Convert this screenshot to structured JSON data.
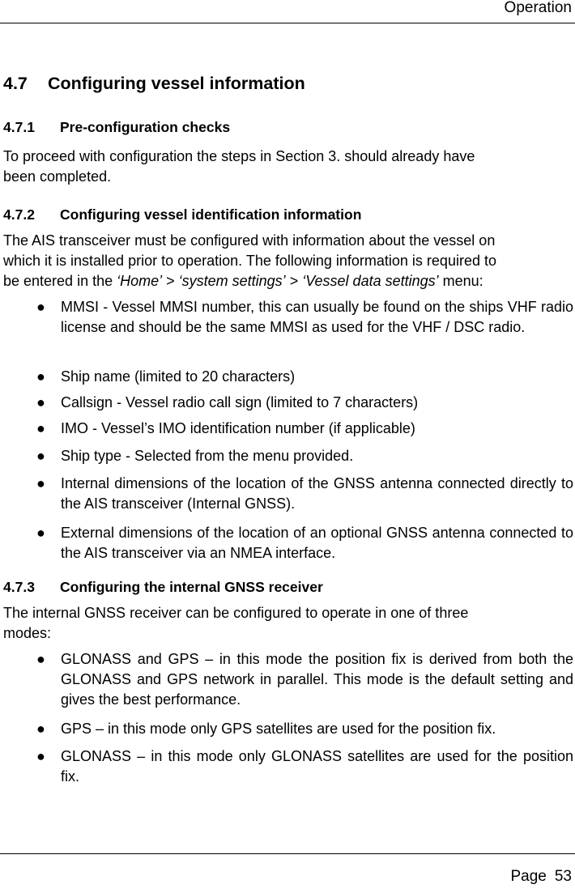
{
  "header": {
    "section_title": "Operation"
  },
  "section": {
    "number": "4.7",
    "title": "Configuring vessel information"
  },
  "subsections": [
    {
      "number": "4.7.1",
      "title": "Pre-configuration checks",
      "paragraph_lines": [
        "To proceed with configuration the steps in Section 3. should already have",
        "been completed."
      ]
    },
    {
      "number": "4.7.2",
      "title": "Configuring vessel identification information",
      "paragraph_lines": [
        "The AIS transceiver must be configured with information about the vessel on",
        "which it is installed prior to operation. The following information is required to"
      ],
      "menu_line": {
        "prefix": "be entered in the ",
        "path_1": "‘Home’",
        "sep_1": " > ",
        "path_2": "‘system settings’",
        "sep_2": " > ",
        "path_3": "‘Vessel data settings’",
        "suffix": " menu:"
      },
      "bullets": [
        "MMSI - Vessel MMSI number, this can usually be found on the ships VHF radio license and should be the same MMSI as used for the VHF / DSC radio.",
        "Ship name (limited to 20 characters)",
        "Callsign - Vessel radio call sign (limited to 7 characters)",
        "IMO - Vessel’s IMO identification number (if applicable)",
        "Ship type - Selected from the menu provided.",
        "Internal dimensions of the location of the GNSS antenna connected directly to the AIS transceiver (Internal GNSS).",
        "External dimensions of the location of an optional GNSS antenna connected to the AIS transceiver via an NMEA interface."
      ]
    },
    {
      "number": "4.7.3",
      "title": "Configuring the internal GNSS receiver",
      "paragraph_lines": [
        "The internal GNSS receiver can be configured to operate in one of three",
        "modes:"
      ],
      "bullets": [
        "GLONASS and GPS – in this mode the position fix is derived from both the GLONASS and GPS network in parallel. This mode is the default setting and gives the best performance.",
        "GPS – in this mode only GPS satellites are used for the position fix.",
        "GLONASS – in this mode only GLONASS satellites are used for the position fix."
      ]
    }
  ],
  "footer": {
    "page_label": "Page",
    "page_number": "53"
  },
  "icons": {
    "bullet": "●"
  }
}
